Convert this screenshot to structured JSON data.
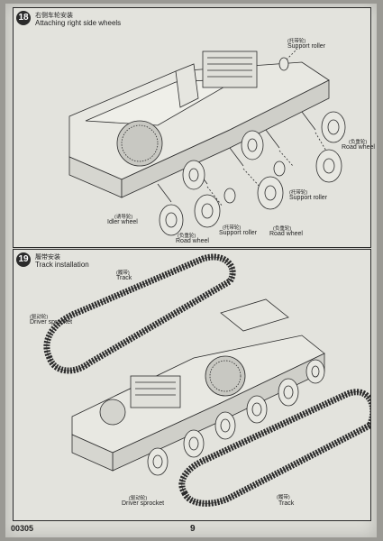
{
  "step18": {
    "number": "18",
    "title_cn": "右侧车轮安装",
    "title_en": "Attaching right side wheels",
    "labels": [
      {
        "cn": "(托带轮)",
        "en": "Support roller"
      },
      {
        "cn": "(负重轮)",
        "en": "Road wheel"
      },
      {
        "cn": "(托带轮)",
        "en": "Support roller"
      },
      {
        "cn": "(诱导轮)",
        "en": "Idler wheel"
      },
      {
        "cn": "(负重轮)",
        "en": "Road wheel"
      },
      {
        "cn": "(托带轮)",
        "en": "Support roller"
      },
      {
        "cn": "(负重轮)",
        "en": "Road wheel"
      }
    ]
  },
  "step19": {
    "number": "19",
    "title_cn": "履带安装",
    "title_en": "Track installation",
    "labels": [
      {
        "cn": "(履带)",
        "en": "Track"
      },
      {
        "cn": "(驱动轮)",
        "en": "Driver sprocket"
      },
      {
        "cn": "(驱动轮)",
        "en": "Driver sprocket"
      },
      {
        "cn": "(履带)",
        "en": "Track"
      }
    ]
  },
  "footer": {
    "product_code": "00305",
    "page_number": "9"
  }
}
